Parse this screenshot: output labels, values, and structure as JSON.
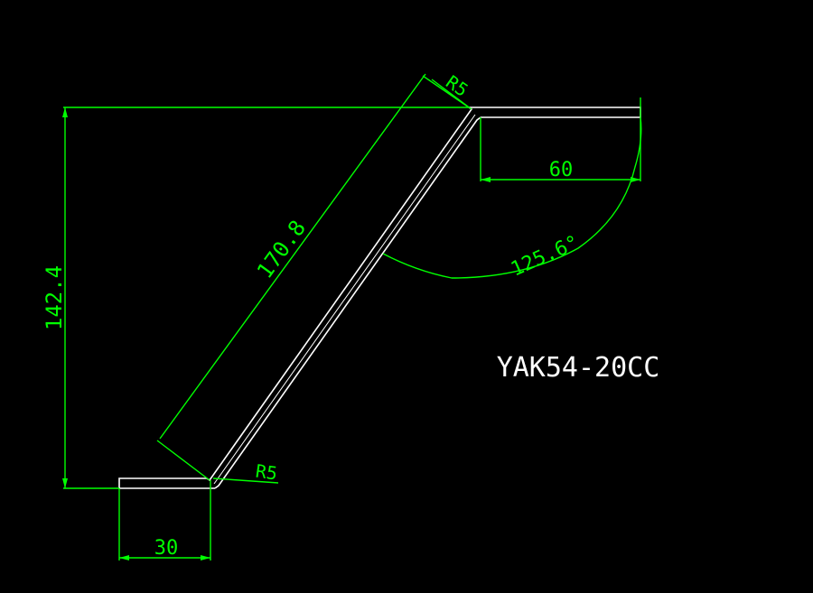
{
  "colors": {
    "background": "#000000",
    "dimension": "#00ff00",
    "part": "#ffffff",
    "title": "#ffffff"
  },
  "dimensions": {
    "left_flange": "30",
    "right_flange": "60",
    "height": "142.4",
    "diagonal": "170.8",
    "angle": "125.6°",
    "radius_top": "R5",
    "radius_bottom": "R5"
  },
  "title": "YAK54-20CC"
}
